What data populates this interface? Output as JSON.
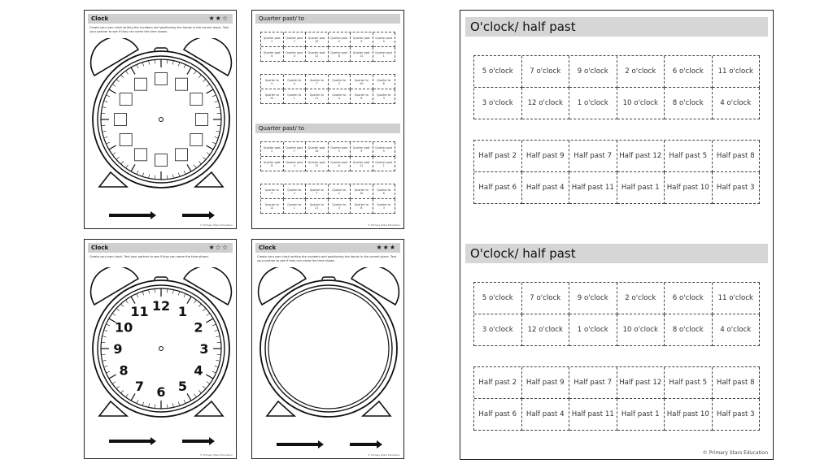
{
  "clock_sheet_1": {
    "title": "Clock",
    "stars": "★★☆",
    "instructions": "Create your own clock writing the numbers and positioning the hands in the correct place. Test your partner to see if they can name the time shown.",
    "footer": "© Primary Stars Education"
  },
  "clock_sheet_2": {
    "title": "Clock",
    "stars": "★☆☆",
    "instructions": "Create your own clock. Test your partner to see if they can name the time shown.",
    "numbers": [
      "12",
      "1",
      "2",
      "3",
      "4",
      "5",
      "6",
      "7",
      "8",
      "9",
      "10",
      "11"
    ],
    "footer": "© Primary Stars Education"
  },
  "clock_sheet_3": {
    "title": "Clock",
    "stars": "★★★",
    "instructions": "Create your own clock writing the numbers and positioning the hands in the correct place. Test your partner to see if they can name the time shown.",
    "footer": "© Primary Stars Education"
  },
  "quarter_sheet": {
    "sections": [
      {
        "title": "Quarter past/ to",
        "past": [
          [
            "Quarter past",
            "2"
          ],
          [
            "Quarter past",
            "7"
          ],
          [
            "Quarter past",
            "10"
          ],
          [
            "Quarter past",
            "3"
          ],
          [
            "Quarter past",
            "9"
          ],
          [
            "Quarter past",
            "5"
          ],
          [
            "Quarter past",
            "8"
          ],
          [
            "Quarter past",
            "4"
          ],
          [
            "Quarter past",
            "12"
          ],
          [
            "Quarter past",
            "6"
          ],
          [
            "Quarter past",
            "11"
          ],
          [
            "Quarter past",
            "1"
          ]
        ],
        "to": [
          [
            "Quarter to",
            "5"
          ],
          [
            "Quarter to",
            "4"
          ],
          [
            "Quarter to",
            "7"
          ],
          [
            "Quarter to",
            "2"
          ],
          [
            "Quarter to",
            "10"
          ],
          [
            "Quarter to",
            "6"
          ],
          [
            "Quarter to",
            "12"
          ],
          [
            "Quarter to",
            "1"
          ],
          [
            "Quarter to",
            "11"
          ],
          [
            "Quarter to",
            "4"
          ],
          [
            "Quarter to",
            "8"
          ],
          [
            "Quarter to",
            "3"
          ]
        ]
      },
      {
        "title": "Quarter past/ to",
        "past": [
          [
            "Quarter past",
            "2"
          ],
          [
            "Quarter past",
            "7"
          ],
          [
            "Quarter past",
            "10"
          ],
          [
            "Quarter past",
            "3"
          ],
          [
            "Quarter past",
            "9"
          ],
          [
            "Quarter past",
            "5"
          ],
          [
            "Quarter past",
            "8"
          ],
          [
            "Quarter past",
            "4"
          ],
          [
            "Quarter past",
            "12"
          ],
          [
            "Quarter past",
            "6"
          ],
          [
            "Quarter past",
            "11"
          ],
          [
            "Quarter past",
            "1"
          ]
        ],
        "to": [
          [
            "Quarter to",
            "5"
          ],
          [
            "Quarter to",
            "4"
          ],
          [
            "Quarter to",
            "7"
          ],
          [
            "Quarter to",
            "2"
          ],
          [
            "Quarter to",
            "10"
          ],
          [
            "Quarter to",
            "6"
          ],
          [
            "Quarter to",
            "12"
          ],
          [
            "Quarter to",
            "1"
          ],
          [
            "Quarter to",
            "11"
          ],
          [
            "Quarter to",
            "4"
          ],
          [
            "Quarter to",
            "8"
          ],
          [
            "Quarter to",
            "3"
          ]
        ]
      }
    ],
    "footer": "© Primary Stars Education"
  },
  "oclock_sheet": {
    "sections": [
      {
        "title": "O'clock/ half past",
        "oclock": [
          "5 o'clock",
          "7 o'clock",
          "9 o'clock",
          "2 o'clock",
          "6 o'clock",
          "11 o'clock",
          "3 o'clock",
          "12 o'clock",
          "1 o'clock",
          "10 o'clock",
          "8 o'clock",
          "4 o'clock"
        ],
        "half": [
          "Half past 2",
          "Half past 9",
          "Half past 7",
          "Half past 12",
          "Half past 5",
          "Half past 8",
          "Half past 6",
          "Half past 4",
          "Half past 11",
          "Half past 1",
          "Half past 10",
          "Half past 3"
        ]
      },
      {
        "title": "O'clock/ half past",
        "oclock": [
          "5 o'clock",
          "7 o'clock",
          "9 o'clock",
          "2 o'clock",
          "6 o'clock",
          "11 o'clock",
          "3 o'clock",
          "12 o'clock",
          "1 o'clock",
          "10 o'clock",
          "8 o'clock",
          "4 o'clock"
        ],
        "half": [
          "Half past 2",
          "Half past 9",
          "Half past 7",
          "Half past 12",
          "Half past 5",
          "Half past 8",
          "Half past 6",
          "Half past 4",
          "Half past 11",
          "Half past 1",
          "Half past 10",
          "Half past 3"
        ]
      }
    ],
    "footer": "© Primary Stars Education"
  }
}
